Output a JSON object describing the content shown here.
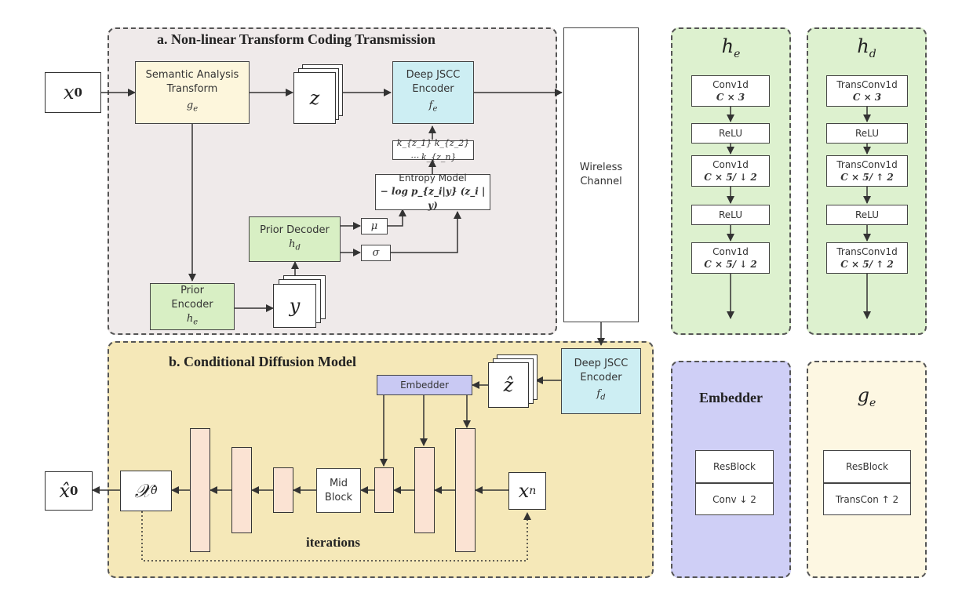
{
  "panel_a": {
    "title": "a. Non-linear Transform Coding Transmission",
    "input": "x",
    "input_sub": "0",
    "sat_line1": "Semantic Analysis",
    "sat_line2": "Transform",
    "sat_symbol": "g",
    "sat_symbol_sub": "e",
    "latent": "z",
    "encoder_line1": "Deep JSCC",
    "encoder_line2": "Encoder",
    "encoder_symbol": "f",
    "encoder_symbol_sub": "e",
    "keys": "k_{z_1} k_{z_2} ⋯ k_{z_n}",
    "entropy_title": "Entropy Model",
    "entropy_formula": "− log p_{z_i|y} (z_i | y)",
    "mu": "μ",
    "sigma": "σ",
    "prior_dec_title": "Prior Decoder",
    "prior_dec_symbol": "h",
    "prior_dec_symbol_sub": "d",
    "prior_enc_line1": "Prior",
    "prior_enc_line2": "Encoder",
    "prior_enc_symbol": "h",
    "prior_enc_symbol_sub": "e",
    "hyper": "y"
  },
  "channel": {
    "line1": "Wireless",
    "line2": "Channel"
  },
  "panel_b": {
    "title": "b. Conditional Diffusion Model",
    "decoder_line1": "Deep JSCC",
    "decoder_line2": "Encoder",
    "decoder_symbol": "f",
    "decoder_symbol_sub": "d",
    "zhat": "ẑ",
    "embedder": "Embedder",
    "mid_line1": "Mid",
    "mid_line2": "Block",
    "xn": "x",
    "xn_sub": "n",
    "model": "𝒳",
    "model_sub": "θ",
    "output": "x̂",
    "output_sub": "0",
    "iterations": "iterations"
  },
  "he_panel": {
    "title": "h",
    "title_sub": "e",
    "blocks": [
      {
        "label": "Conv1d",
        "formula": "C × 3"
      },
      {
        "label": "ReLU",
        "formula": ""
      },
      {
        "label": "Conv1d",
        "formula": "C × 5/ ↓ 2"
      },
      {
        "label": "ReLU",
        "formula": ""
      },
      {
        "label": "Conv1d",
        "formula": "C × 5/ ↓ 2"
      }
    ]
  },
  "hd_panel": {
    "title": "h",
    "title_sub": "d",
    "blocks": [
      {
        "label": "TransConv1d",
        "formula": "C × 3"
      },
      {
        "label": "ReLU",
        "formula": ""
      },
      {
        "label": "TransConv1d",
        "formula": "C × 5/ ↑ 2"
      },
      {
        "label": "ReLU",
        "formula": ""
      },
      {
        "label": "TransConv1d",
        "formula": "C × 5/ ↑ 2"
      }
    ]
  },
  "embedder_panel": {
    "title": "Embedder",
    "block1": "ResBlock",
    "block2": "Conv ↓ 2"
  },
  "ge_panel": {
    "title": "g",
    "title_sub": "e",
    "block1": "ResBlock",
    "block2": "TransCon ↑ 2"
  },
  "colors": {
    "panel_a_bg": "#efeaea",
    "panel_b_bg": "#f5e8b8",
    "green": "#d8efc4",
    "cream": "#fdf6dc",
    "cyan": "#cdeef3",
    "lavender": "#c9c9f3",
    "peach": "#fbe3d3"
  }
}
